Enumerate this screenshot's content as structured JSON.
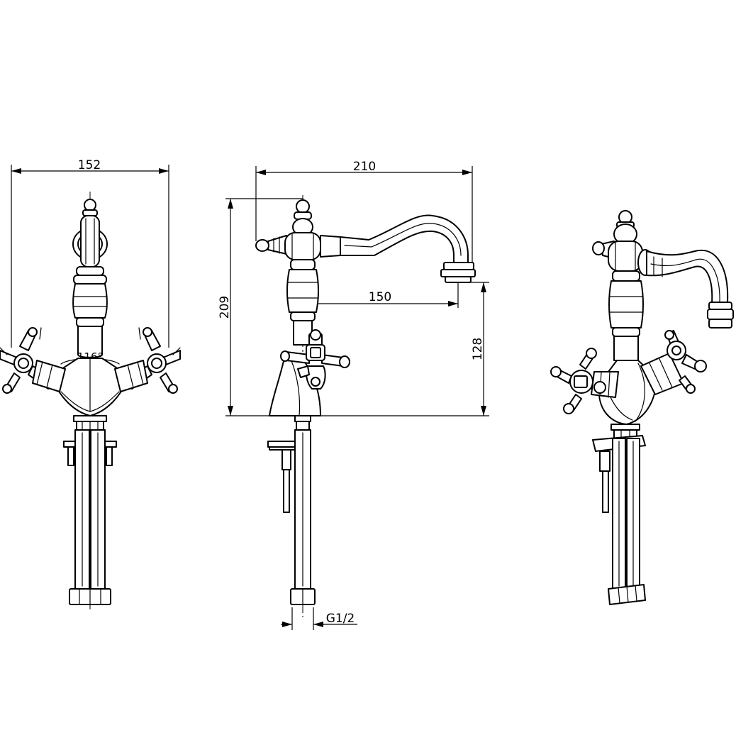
{
  "dimensions": {
    "width_front": "152",
    "handle_angle": "116°",
    "spout_length": "210",
    "total_height": "209",
    "spout_reach": "150",
    "spout_height": "128",
    "thread": "G1/2"
  }
}
